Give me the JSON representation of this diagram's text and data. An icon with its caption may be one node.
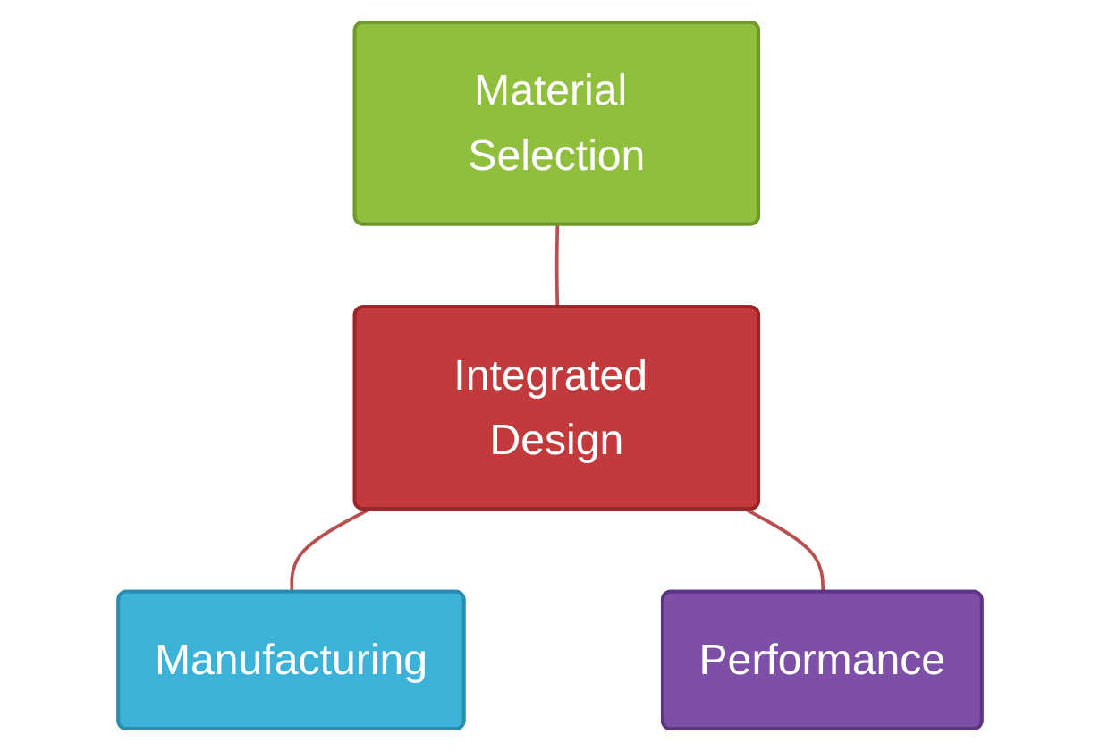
{
  "diagram": {
    "nodes": [
      {
        "text": [
          "Material Selection"
        ]
      },
      {
        "text": [
          "Integrated Design"
        ]
      },
      {
        "text": [
          "Manufacturing"
        ]
      },
      {
        "text": [
          "Performance"
        ]
      }
    ],
    "edges": [
      {
        "from": 0,
        "to": 1,
        "arrow": "none"
      },
      {
        "from": 1,
        "to": 2,
        "arrow": "none"
      },
      {
        "from": 1,
        "to": 3,
        "arrow": "none"
      }
    ]
  }
}
